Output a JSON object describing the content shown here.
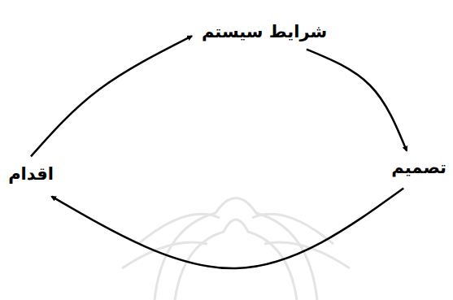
{
  "diagram": {
    "nodes": [
      {
        "text": [
          "شرایط سیستم"
        ]
      },
      {
        "text": [
          "تصمیم"
        ]
      },
      {
        "text": [
          "اقدام"
        ]
      }
    ],
    "edges": [
      {
        "from": 0,
        "to": 1,
        "arrow": "to"
      },
      {
        "from": 1,
        "to": 2,
        "arrow": "to"
      },
      {
        "from": 2,
        "to": 0,
        "arrow": "to"
      }
    ]
  }
}
